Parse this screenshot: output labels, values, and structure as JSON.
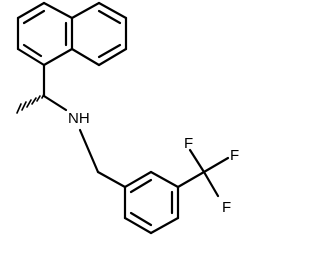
{
  "molecule": {
    "atom_labels": {
      "nitrogen": "NH",
      "fluorine_1": "F",
      "fluorine_2": "F",
      "fluorine_3": "F"
    }
  }
}
